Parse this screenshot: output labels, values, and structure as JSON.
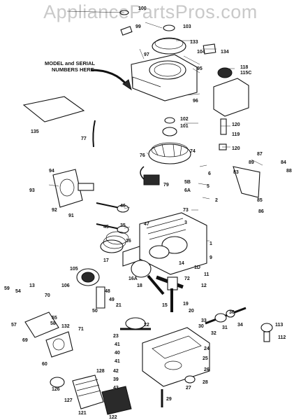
{
  "watermark": "AppliancePartsPros.com",
  "callout": {
    "line1": "MODEL and SERIAL",
    "line2": "NUMBERS HERE"
  },
  "part_numbers": [
    {
      "id": "n100",
      "text": "100"
    },
    {
      "id": "n99",
      "text": "99"
    },
    {
      "id": "n103",
      "text": "103"
    },
    {
      "id": "n133",
      "text": "133"
    },
    {
      "id": "n97",
      "text": "97"
    },
    {
      "id": "n104",
      "text": "104"
    },
    {
      "id": "n134",
      "text": "134"
    },
    {
      "id": "n95",
      "text": "95"
    },
    {
      "id": "n118",
      "text": "118"
    },
    {
      "id": "n115c",
      "text": "115C"
    },
    {
      "id": "n96",
      "text": "96"
    },
    {
      "id": "n135",
      "text": "135"
    },
    {
      "id": "n102",
      "text": "102"
    },
    {
      "id": "n101",
      "text": "101"
    },
    {
      "id": "n120a",
      "text": "120"
    },
    {
      "id": "n119",
      "text": "119"
    },
    {
      "id": "n120b",
      "text": "120"
    },
    {
      "id": "n77",
      "text": "77"
    },
    {
      "id": "n74",
      "text": "74"
    },
    {
      "id": "n76",
      "text": "76"
    },
    {
      "id": "n87",
      "text": "87"
    },
    {
      "id": "n89",
      "text": "89"
    },
    {
      "id": "n84",
      "text": "84"
    },
    {
      "id": "n88",
      "text": "88"
    },
    {
      "id": "n83",
      "text": "83"
    },
    {
      "id": "n94",
      "text": "94"
    },
    {
      "id": "n93",
      "text": "93"
    },
    {
      "id": "n6",
      "text": "6"
    },
    {
      "id": "n5b",
      "text": "5B"
    },
    {
      "id": "n79",
      "text": "79"
    },
    {
      "id": "n6a",
      "text": "6A"
    },
    {
      "id": "n5",
      "text": "5"
    },
    {
      "id": "n2",
      "text": "2"
    },
    {
      "id": "n85",
      "text": "85"
    },
    {
      "id": "n92",
      "text": "92"
    },
    {
      "id": "n91",
      "text": "91"
    },
    {
      "id": "n46",
      "text": "46"
    },
    {
      "id": "n73",
      "text": "73"
    },
    {
      "id": "n86",
      "text": "86"
    },
    {
      "id": "n45",
      "text": "45"
    },
    {
      "id": "n35",
      "text": "35"
    },
    {
      "id": "n47",
      "text": "47"
    },
    {
      "id": "n3",
      "text": "3"
    },
    {
      "id": "n16",
      "text": "16"
    },
    {
      "id": "n1",
      "text": "1"
    },
    {
      "id": "n9",
      "text": "9"
    },
    {
      "id": "n17",
      "text": "17"
    },
    {
      "id": "n14",
      "text": "14"
    },
    {
      "id": "n105",
      "text": "105"
    },
    {
      "id": "n1d",
      "text": "1D"
    },
    {
      "id": "n11",
      "text": "11"
    },
    {
      "id": "n12",
      "text": "12"
    },
    {
      "id": "n16a",
      "text": "16A"
    },
    {
      "id": "n72",
      "text": "72"
    },
    {
      "id": "n18",
      "text": "18"
    },
    {
      "id": "n59",
      "text": "59"
    },
    {
      "id": "n54",
      "text": "54"
    },
    {
      "id": "n13",
      "text": "13"
    },
    {
      "id": "n70",
      "text": "70"
    },
    {
      "id": "n106",
      "text": "106"
    },
    {
      "id": "n49",
      "text": "49"
    },
    {
      "id": "n48",
      "text": "48"
    },
    {
      "id": "n50",
      "text": "50"
    },
    {
      "id": "n19",
      "text": "19"
    },
    {
      "id": "n20",
      "text": "20"
    },
    {
      "id": "n15",
      "text": "15"
    },
    {
      "id": "n21",
      "text": "21"
    },
    {
      "id": "n55",
      "text": "55"
    },
    {
      "id": "n57",
      "text": "57"
    },
    {
      "id": "n69",
      "text": "69"
    },
    {
      "id": "n58",
      "text": "58"
    },
    {
      "id": "n132",
      "text": "132"
    },
    {
      "id": "n71",
      "text": "71"
    },
    {
      "id": "n36",
      "text": "36"
    },
    {
      "id": "n33",
      "text": "33"
    },
    {
      "id": "n30",
      "text": "30"
    },
    {
      "id": "n31",
      "text": "31"
    },
    {
      "id": "n34",
      "text": "34"
    },
    {
      "id": "n113",
      "text": "113"
    },
    {
      "id": "n22",
      "text": "22"
    },
    {
      "id": "n32",
      "text": "32"
    },
    {
      "id": "n112",
      "text": "112"
    },
    {
      "id": "n60",
      "text": "60"
    },
    {
      "id": "n23",
      "text": "23"
    },
    {
      "id": "n41a",
      "text": "41"
    },
    {
      "id": "n40",
      "text": "40"
    },
    {
      "id": "n24",
      "text": "24"
    },
    {
      "id": "n41b",
      "text": "41"
    },
    {
      "id": "n25",
      "text": "25"
    },
    {
      "id": "n42",
      "text": "42"
    },
    {
      "id": "n26",
      "text": "26"
    },
    {
      "id": "n128",
      "text": "128"
    },
    {
      "id": "n39",
      "text": "39"
    },
    {
      "id": "n126",
      "text": "126"
    },
    {
      "id": "n27",
      "text": "27"
    },
    {
      "id": "n28",
      "text": "28"
    },
    {
      "id": "n43",
      "text": "43"
    },
    {
      "id": "n127",
      "text": "127"
    },
    {
      "id": "n29",
      "text": "29"
    },
    {
      "id": "n121",
      "text": "121"
    },
    {
      "id": "n122",
      "text": "122"
    }
  ]
}
